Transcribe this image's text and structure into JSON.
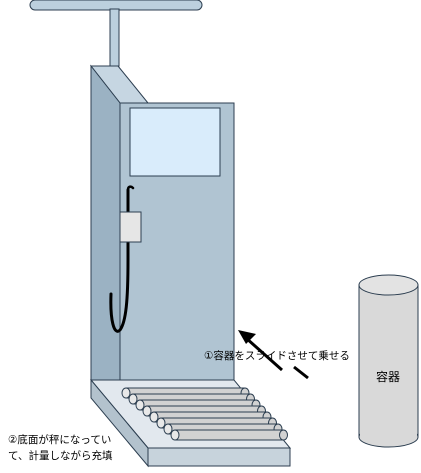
{
  "colors": {
    "machine_front": "#b0c4d2",
    "machine_side": "#9bb2c3",
    "machine_top": "#c6d6e2",
    "window": "#d9ecfb",
    "rail": "#bcd0de",
    "roller": "#d2d2d2",
    "container_body": "#d9d9d9",
    "container_top": "#e3e3e3",
    "stroke": "#2c3e50",
    "hose": "#000000"
  },
  "labels": {
    "step1": "①容器をスライドさせて乗せる",
    "step2_line1": "②底面が秤になってい",
    "step2_line2": "て、計量しながら充填",
    "container": "容器"
  },
  "icons": {
    "arrow": "slide-arrow-icon"
  }
}
